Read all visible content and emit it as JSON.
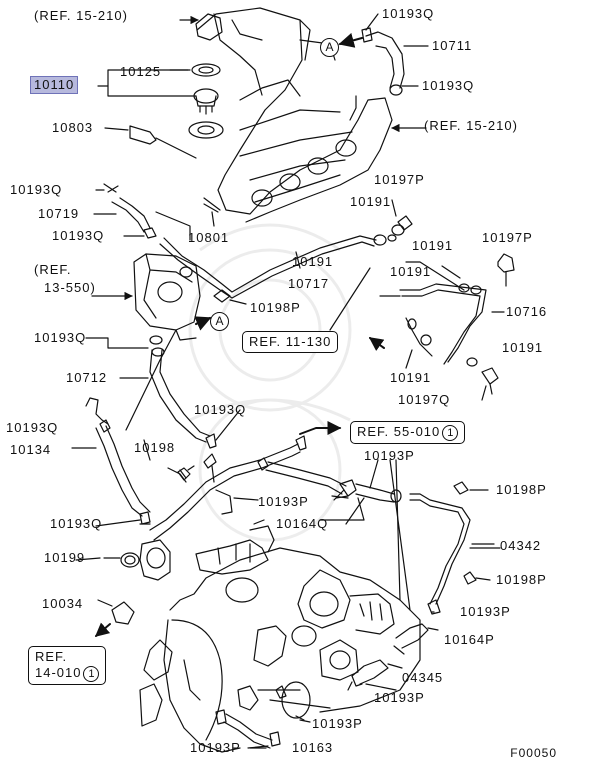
{
  "diagram": {
    "figure_id": "F00050",
    "highlight_color": "#b7b9dd",
    "ink_color": "#111111",
    "references": {
      "ref_15_210_top": "(REF. 15-210)",
      "ref_15_210_right": "(REF. 15-210)",
      "ref_13_550_line1": "(REF.",
      "ref_13_550_line2": "13-550)",
      "ref_11_130": "REF. 11-130",
      "ref_55_010": "REF. 55-010",
      "ref_55_010_circle": "1",
      "ref_14_010_line1": "REF.",
      "ref_14_010_line2": "14-010",
      "ref_14_010_circle": "1"
    },
    "markers": {
      "a_top": "A",
      "a_mid": "A"
    },
    "parts": {
      "p10110": "10110",
      "p10125": "10125",
      "p10803": "10803",
      "p10193q_top": "10193Q",
      "p10711": "10711",
      "p10193q_top2": "10193Q",
      "p10193q_a": "10193Q",
      "p10719": "10719",
      "p10193q_b": "10193Q",
      "p10801": "10801",
      "p10197p_a": "10197P",
      "p10191_a": "10191",
      "p10191_b": "10191",
      "p10197p_b": "10197P",
      "p10191_c": "10191",
      "p10717": "10717",
      "p10191_d": "10191",
      "p10716": "10716",
      "p10198p_a": "10198P",
      "p10193q_c": "10193Q",
      "p10191_e": "10191",
      "p10191_f": "10191",
      "p10712": "10712",
      "p10197q": "10197Q",
      "p10193q_d": "10193Q",
      "p10193q_e": "10193Q",
      "p10134": "10134",
      "p10193p_a": "10193P",
      "p10198": "10198",
      "p10198p_b": "10198P",
      "p10193p_b": "10193P",
      "p10164q": "10164Q",
      "p10193q_f": "10193Q",
      "p04342": "04342",
      "p10199": "10199",
      "p10198p_c": "10198P",
      "p10034": "10034",
      "p10193p_c": "10193P",
      "p10164p": "10164P",
      "p04345": "04345",
      "p10193p_d": "10193P",
      "p10193p_e": "10193P",
      "p10193p_f": "10193P",
      "p10163": "10163"
    }
  }
}
